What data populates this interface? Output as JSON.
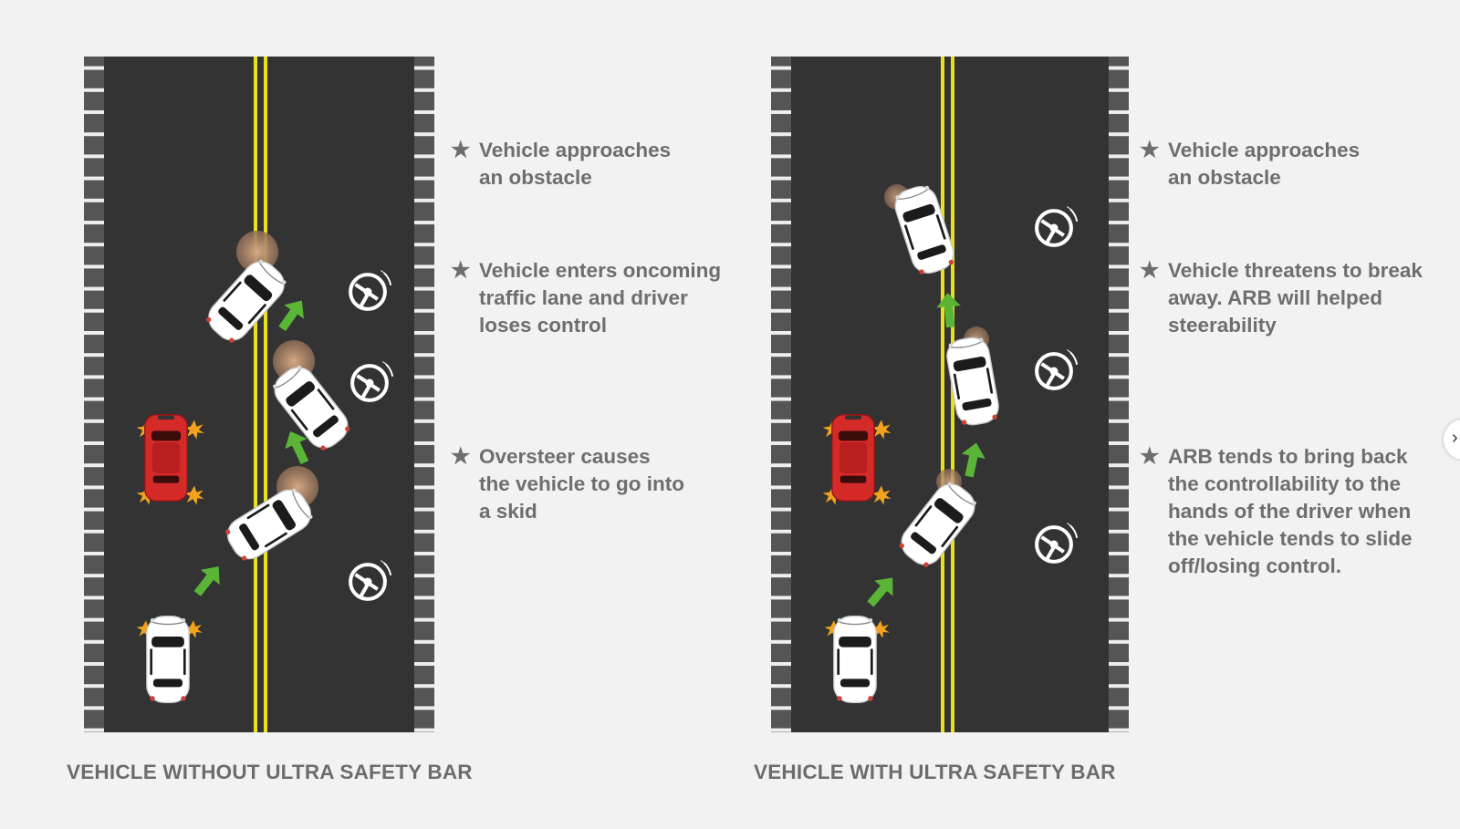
{
  "panels": [
    {
      "caption": "VEHICLE WITHOUT ULTRA SAFETY BAR",
      "steps": [
        {
          "lines": [
            "Vehicle approaches",
            "an obstacle"
          ]
        },
        {
          "lines": [
            "Vehicle enters oncoming",
            "traffic lane and driver",
            "loses control"
          ]
        },
        {
          "lines": [
            "Oversteer causes",
            "the vehicle to go into",
            "a skid"
          ]
        }
      ]
    },
    {
      "caption": "VEHICLE WITH ULTRA SAFETY BAR",
      "steps": [
        {
          "lines": [
            "Vehicle approaches",
            "an obstacle"
          ]
        },
        {
          "lines": [
            "Vehicle threatens to break",
            "away. ARB will helped",
            "steerability"
          ]
        },
        {
          "lines": [
            "ARB tends to bring back",
            "the controllability to the",
            "hands of the driver when",
            "the vehicle tends to slide",
            "off/losing control."
          ]
        }
      ]
    }
  ],
  "icons": {
    "bullet": "star-icon",
    "steering": "steering-wheel-icon",
    "motion": "green-arrow-icon",
    "car": "car-icon",
    "nav": "chevron-right-icon"
  },
  "colors": {
    "background": "#f2f2f2",
    "road": "#333333",
    "center_line": "#e9df1f",
    "arrow": "#5ab537",
    "obstacle_car": "#d42a28",
    "vehicle": "#ffffff",
    "text": "#6e6e6e"
  },
  "nav": {
    "glyph": "›"
  }
}
